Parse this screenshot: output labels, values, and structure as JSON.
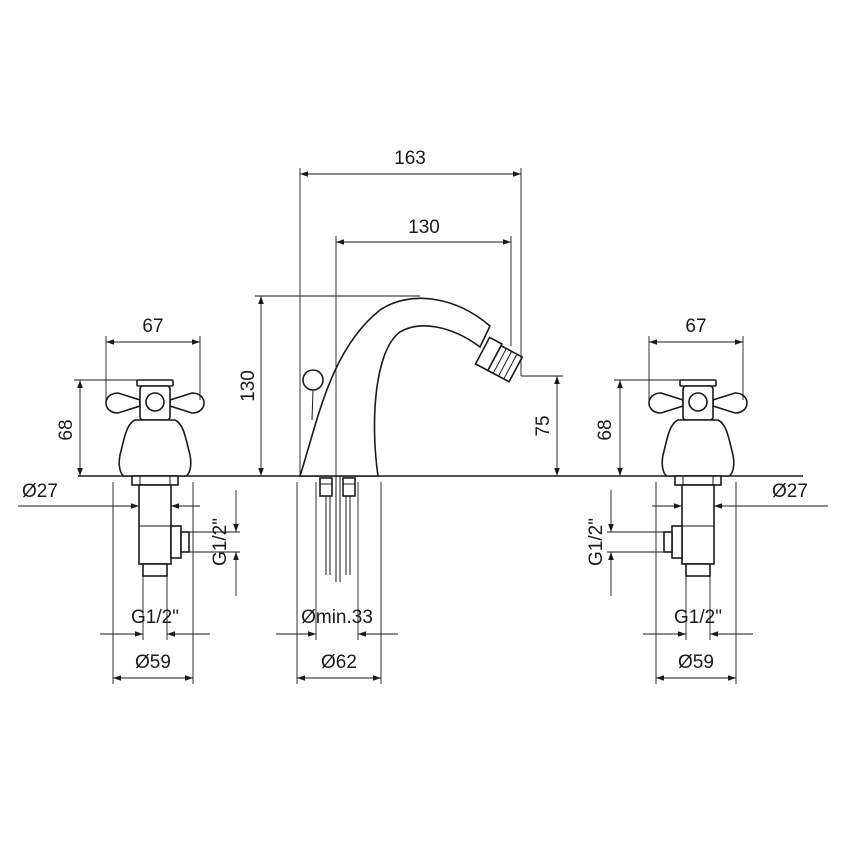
{
  "labels": {
    "overall_length": "163",
    "spout_reach": "130",
    "spout_height": "130",
    "outlet_height": "75",
    "handle_width_left": "67",
    "handle_width_right": "67",
    "handle_height_left": "68",
    "handle_height_right": "68",
    "shank_dia_left": "Ø27",
    "shank_dia_right": "Ø27",
    "thread_side_left": "G1/2\"",
    "thread_side_right": "G1/2\"",
    "thread_bottom_left": "G1/2\"",
    "thread_bottom_right": "G1/2\"",
    "hole_min": "Ømin.33",
    "base_dia_center": "Ø62",
    "base_dia_left": "Ø59",
    "base_dia_right": "Ø59"
  },
  "colors": {
    "line": "#1a1a1a",
    "background": "#ffffff"
  }
}
